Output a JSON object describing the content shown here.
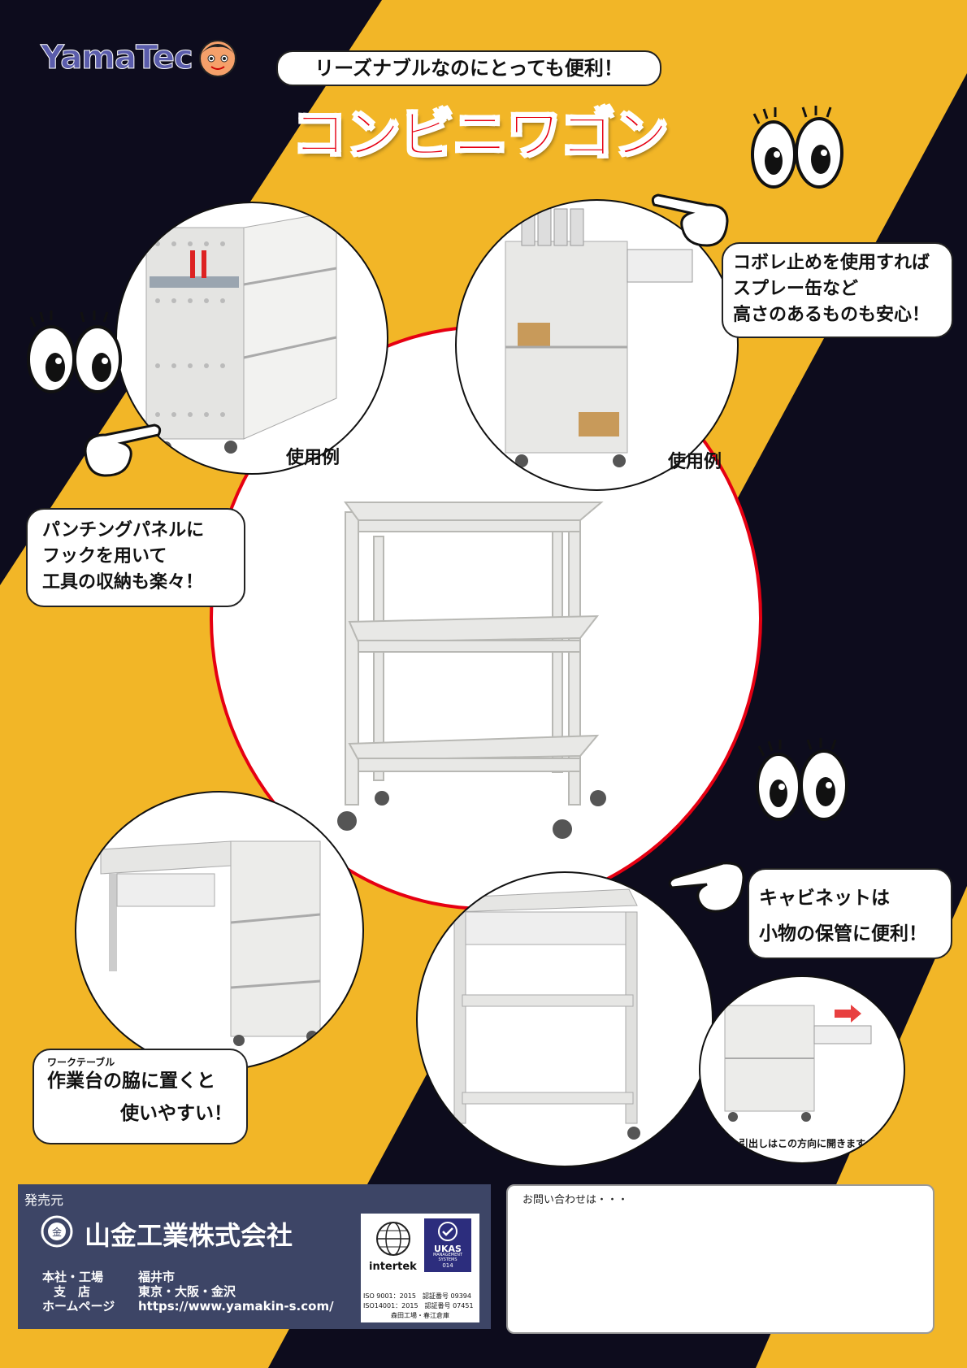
{
  "brand": {
    "logo": "YamaTec"
  },
  "header": {
    "tagline": "リーズナブルなのにとっても便利！",
    "title": "コンビニワゴン"
  },
  "captions": {
    "example_left": "使用例",
    "example_right": "使用例"
  },
  "bubbles": {
    "spray": [
      "コボレ止めを使用すれば",
      "スプレー缶など",
      "高さのあるものも安心！"
    ],
    "panel": [
      "パンチングパネルに",
      "フックを用いて",
      "工具の収納も楽々！"
    ],
    "cabinet": [
      "キャビネットは",
      "小物の保管に便利！"
    ],
    "worktable_ruby": "ワークテーブル",
    "worktable": [
      "作業台の脇に置くと",
      "使いやすい！"
    ]
  },
  "drawer_note": "引出しはこの方向に開きます",
  "footer": {
    "seller_label": "発売元",
    "company": "山金工業株式会社",
    "rows": [
      {
        "label": "本社・工場",
        "value": "福井市"
      },
      {
        "label": "支　店",
        "value": "東京・大阪・金沢"
      },
      {
        "label": "ホームページ",
        "value": "https://www.yamakin-s.com/"
      }
    ],
    "cert": {
      "intertek": "intertek",
      "ukas": "UKAS",
      "ukas_sub": "MANAGEMENT SYSTEMS",
      "ukas_num": "014",
      "line1": "ISO 9001：2015　認証番号 09394",
      "line2": "ISO14001：2015　認証番号 07451",
      "line3": "森田工場・春江倉庫"
    },
    "contact_label": "お問い合わせは・・・"
  },
  "colors": {
    "yellow": "#f2b627",
    "navy": "#0d0c1d",
    "red": "#e60012",
    "footer": "#3d4566"
  }
}
